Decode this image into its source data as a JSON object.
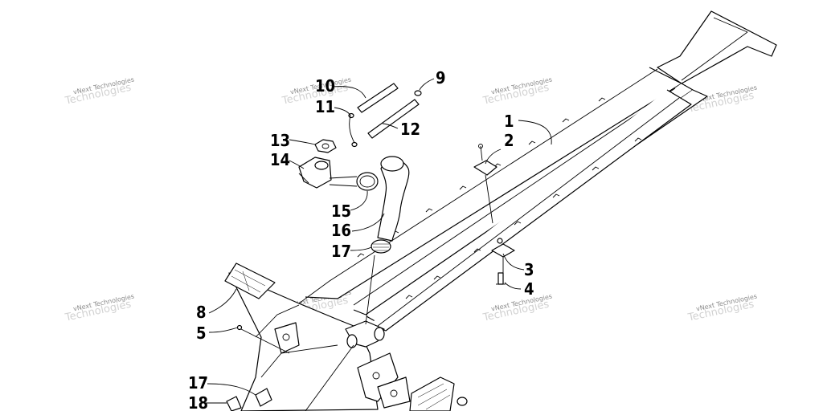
{
  "watermark": {
    "line1": "vNext Technologies",
    "line2": "Technologies",
    "brand": "vNext"
  },
  "callouts": [
    {
      "id": "c1",
      "label": "1"
    },
    {
      "id": "c2",
      "label": "2"
    },
    {
      "id": "c3",
      "label": "3"
    },
    {
      "id": "c4",
      "label": "4"
    },
    {
      "id": "c5",
      "label": "5"
    },
    {
      "id": "c8",
      "label": "8"
    },
    {
      "id": "c9",
      "label": "9"
    },
    {
      "id": "c10",
      "label": "10"
    },
    {
      "id": "c11",
      "label": "11"
    },
    {
      "id": "c12",
      "label": "12"
    },
    {
      "id": "c13",
      "label": "13"
    },
    {
      "id": "c14",
      "label": "14"
    },
    {
      "id": "c15",
      "label": "15"
    },
    {
      "id": "c16",
      "label": "16"
    },
    {
      "id": "c17a",
      "label": "17"
    },
    {
      "id": "c17b",
      "label": "17"
    },
    {
      "id": "c18",
      "label": "18"
    }
  ]
}
